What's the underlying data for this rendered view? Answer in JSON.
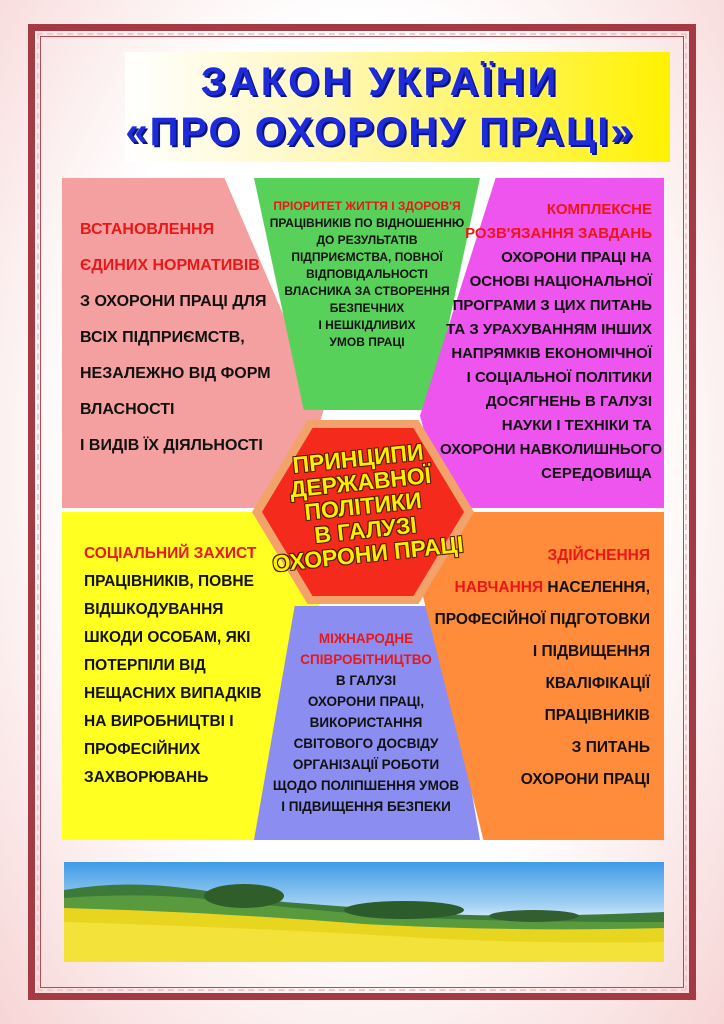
{
  "title": {
    "line1": "ЗАКОН УКРАЇНИ",
    "line2": "«ПРО ОХОРОНУ  ПРАЦІ»"
  },
  "center": {
    "lines": [
      "ПРИНЦИПИ",
      "ДЕРЖАВНОЇ",
      "ПОЛІТИКИ",
      "В ГАЛУЗІ",
      "ОХОРОНИ ПРАЦІ"
    ]
  },
  "panels": {
    "top_left": {
      "highlight": [
        "ВСТАНОВЛЕННЯ",
        "ЄДИНИХ НОРМАТИВІВ"
      ],
      "lines": [
        "З ОХОРОНИ ПРАЦІ ДЛЯ",
        "ВСІХ ПІДПРИЄМСТВ,",
        "НЕЗАЛЕЖНО ВІД ФОРМ",
        "ВЛАСНОСТІ",
        "І ВИДІВ ЇХ ДІЯЛЬНОСТІ"
      ]
    },
    "top_center": {
      "highlight": [
        "ПРІОРИТЕТ ЖИТТЯ І ЗДОРОВ'Я"
      ],
      "lines": [
        "ПРАЦІВНИКІВ ПО ВІДНОШЕННЮ",
        "ДО РЕЗУЛЬТАТІВ",
        "ПІДПРИЄМСТВА, ПОВНОЇ",
        "ВІДПОВІДАЛЬНОСТІ",
        "ВЛАСНИКА ЗА СТВОРЕННЯ",
        "БЕЗПЕЧНИХ",
        "І НЕШКІДЛИВИХ",
        "УМОВ ПРАЦІ"
      ]
    },
    "top_right": {
      "highlight": [
        "КОМПЛЕКСНЕ",
        "РОЗВ'ЯЗАННЯ ЗАВДАНЬ"
      ],
      "lines": [
        "ОХОРОНИ ПРАЦІ НА",
        "ОСНОВІ НАЦІОНАЛЬНОЇ",
        "ПРОГРАМИ З ЦИХ ПИТАНЬ",
        "ТА З УРАХУВАННЯМ ІНШИХ",
        "НАПРЯМКІВ ЕКОНОМІЧНОЇ",
        "І СОЦІАЛЬНОЇ ПОЛІТИКИ",
        "ДОСЯГНЕНЬ В ГАЛУЗІ",
        "НАУКИ І ТЕХНІКИ ТА",
        "ОХОРОНИ НАВКОЛИШНЬОГО",
        "СЕРЕДОВИЩА"
      ]
    },
    "bottom_left": {
      "highlight": [
        "СОЦІАЛЬНИЙ ЗАХИСТ"
      ],
      "lines": [
        "ПРАЦІВНИКІВ, ПОВНЕ",
        "ВІДШКОДУВАННЯ",
        "ШКОДИ ОСОБАМ, ЯКІ",
        "ПОТЕРПІЛИ ВІД",
        "НЕЩАСНИХ ВИПАДКІВ",
        "НА ВИРОБНИЦТВІ І",
        "ПРОФЕСІЙНИХ",
        "ЗАХВОРЮВАНЬ"
      ]
    },
    "bottom_center": {
      "highlight": [
        "МІЖНАРОДНЕ",
        "СПІВРОБІТНИЦТВО"
      ],
      "lines": [
        "В ГАЛУЗІ",
        "ОХОРОНИ ПРАЦІ,",
        "ВИКОРИСТАННЯ",
        "СВІТОВОГО ДОСВІДУ",
        "ОРГАНІЗАЦІЇ РОБОТИ",
        "ЩОДО ПОЛІПШЕННЯ УМОВ",
        "І ПІДВИЩЕННЯ БЕЗПЕКИ"
      ]
    },
    "bottom_right": {
      "highlight": [
        "ЗДІЙСНЕННЯ",
        "НАВЧАННЯ"
      ],
      "inline_after_highlight": " НАСЕЛЕННЯ,",
      "lines": [
        "ПРОФЕСІЙНОЇ ПІДГОТОВКИ",
        "І ПІДВИЩЕННЯ",
        "КВАЛІФІКАЦІЇ",
        "ПРАЦІВНИКІВ",
        "З ПИТАНЬ",
        "ОХОРОНИ ПРАЦІ"
      ]
    }
  },
  "colors": {
    "title": "#1d2cd8",
    "highlight_text": "#e81818",
    "center_text": "#ffee00",
    "center_fill": "#f42a1c",
    "top_left": "#f5a0a0",
    "top_center": "#58d15a",
    "top_right": "#ee55ee",
    "bottom_left": "#ffff22",
    "bottom_center": "#8b8ef0",
    "bottom_right": "#ff8c3a",
    "frame": "#a33a44"
  }
}
